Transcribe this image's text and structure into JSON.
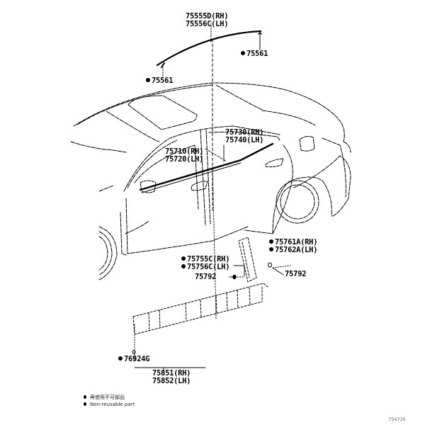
{
  "diagram": {
    "type": "exploded parts diagram",
    "subject": "sedan exterior moldings"
  },
  "labels": {
    "roof_molding": {
      "rh": "75555D(RH)",
      "lh": "75556C(LH)"
    },
    "roof_clip_right": {
      "part": "75561",
      "non_reusable": true
    },
    "roof_clip_left": {
      "part": "75561",
      "non_reusable": true
    },
    "rear_door_belt": {
      "rh": "75730(RH)",
      "lh": "75740(LH)"
    },
    "front_door_belt": {
      "rh": "75710(RH)",
      "lh": "75720(LH)"
    },
    "rear_pillar_garnish": {
      "rh": "75761A(RH)",
      "lh": "75762A(LH)",
      "non_reusable": true
    },
    "center_pillar_garnish": {
      "rh": "75755C(RH)",
      "lh": "75756C(LH)",
      "non_reusable": true
    },
    "clip_center": {
      "part": "75792"
    },
    "clip_rear": {
      "part": "75792"
    },
    "rocker_clip": {
      "part": "76924G",
      "non_reusable": true
    },
    "rocker_molding": {
      "rh": "75851(RH)",
      "lh": "75852(LH)"
    }
  },
  "legend": {
    "items": [
      {
        "symbol": "filled-dot",
        "text": "再使用不可部品"
      },
      {
        "symbol": "filled-dot",
        "text": "Non-reusable part"
      }
    ]
  },
  "figure_code": "754726"
}
